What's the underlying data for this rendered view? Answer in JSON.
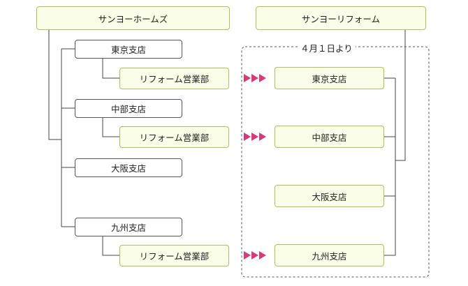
{
  "left_company": {
    "title": "サンヨーホームズ"
  },
  "right_company": {
    "title": "サンヨーリフォーム"
  },
  "left_branches": [
    {
      "name": "東京支店",
      "sub": "リフォーム営業部"
    },
    {
      "name": "中部支店",
      "sub": "リフォーム営業部"
    },
    {
      "name": "大阪支店"
    },
    {
      "name": "九州支店",
      "sub": "リフォーム営業部"
    }
  ],
  "transfer_group": {
    "caption": "４月１日より"
  },
  "right_branches": [
    {
      "name": "東京支店"
    },
    {
      "name": "中部支店"
    },
    {
      "name": "大阪支店"
    },
    {
      "name": "九州支店"
    }
  ],
  "colors": {
    "green_border": "#a8c45a",
    "green_fill": "#fafde8",
    "arrow": "#d9387a",
    "line": "#444444"
  }
}
